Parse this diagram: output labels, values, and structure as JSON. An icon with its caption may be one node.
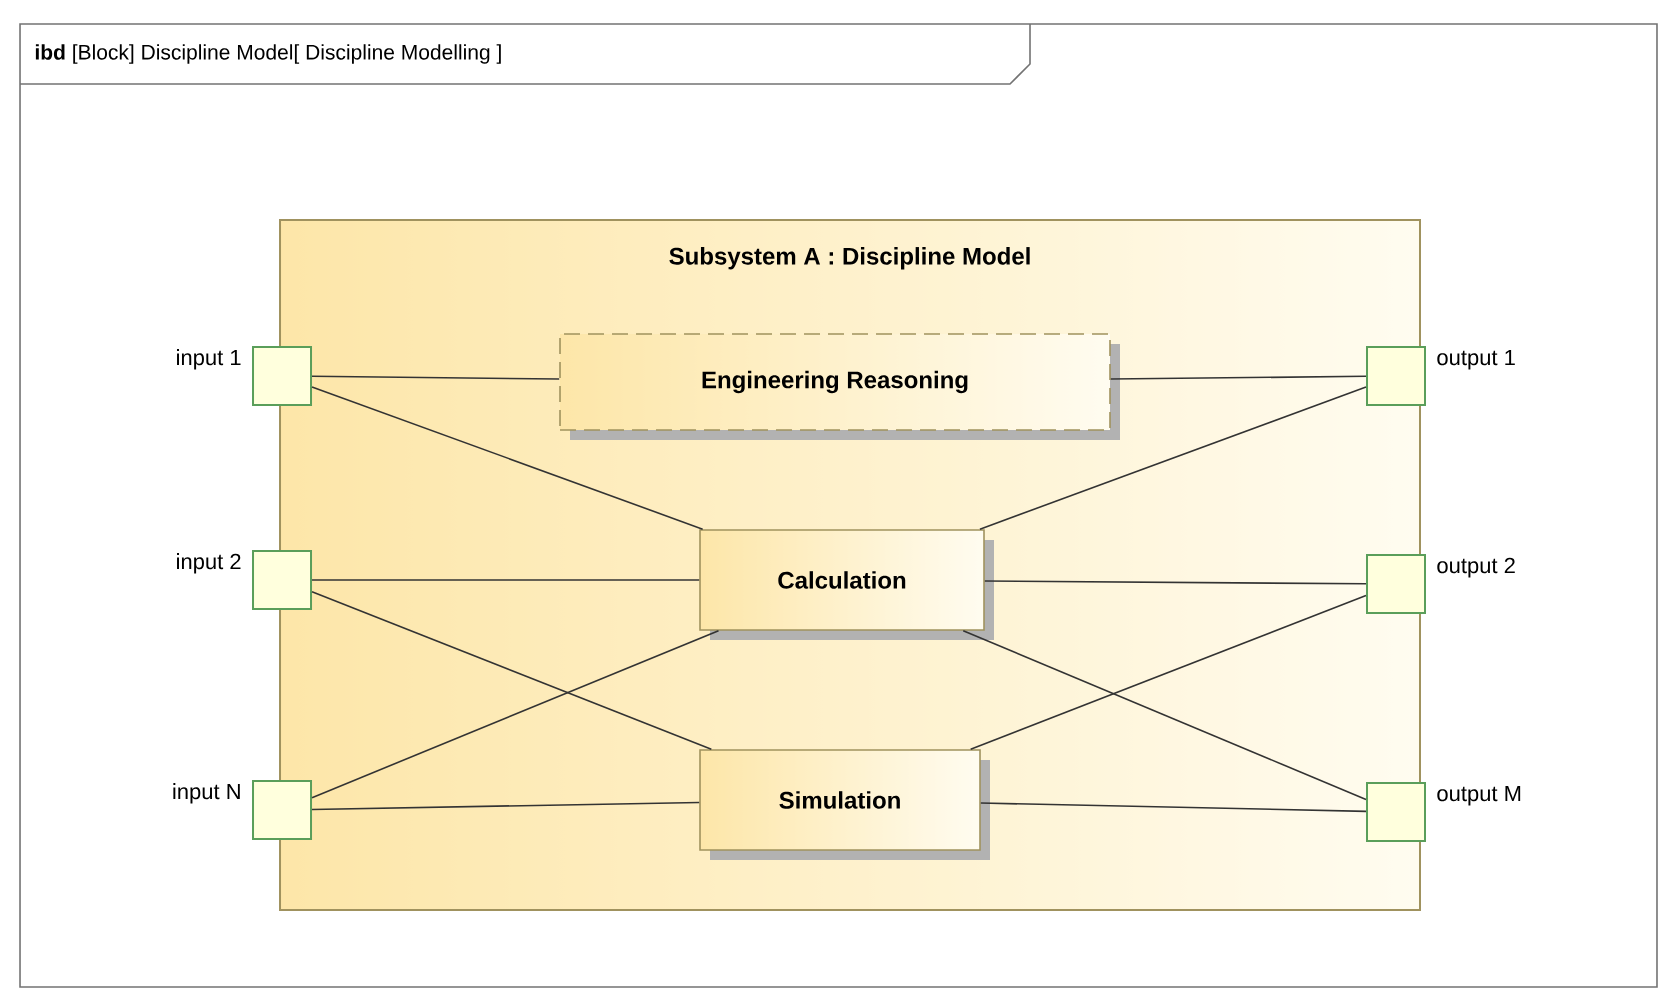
{
  "diagram": {
    "nodes": [
      {
        "text": [
          "**ibd** [Block] Discipline Model[ Discipline Modelling ]"
        ]
      },
      {
        "text": [
          "Subsystem A : Discipline Model"
        ],
        "in": 0
      },
      {
        "text": [
          "Engineering Reasoning"
        ],
        "in": 1
      },
      {
        "text": [
          "Calculation"
        ],
        "in": 1
      },
      {
        "text": [
          "Simulation"
        ],
        "in": 1
      },
      {
        "text": [],
        "shape": "box",
        "beside": [
          "input 1"
        ],
        "in": 0
      },
      {
        "text": [],
        "shape": "box",
        "beside": [
          "input 2"
        ],
        "in": 0
      },
      {
        "text": [],
        "shape": "box",
        "beside": [
          "input N"
        ],
        "in": 0
      },
      {
        "text": [],
        "shape": "box",
        "beside": [
          "output 1"
        ],
        "in": 0
      },
      {
        "text": [],
        "shape": "box",
        "beside": [
          "output 2"
        ],
        "in": 0
      },
      {
        "text": [],
        "shape": "box",
        "beside": [
          "output M"
        ],
        "in": 0
      }
    ],
    "edges": [
      {
        "from": 5,
        "to": 2,
        "arrow": "none"
      },
      {
        "from": 5,
        "to": 3,
        "arrow": "none"
      },
      {
        "from": 6,
        "to": 3,
        "arrow": "none"
      },
      {
        "from": 6,
        "to": 4,
        "arrow": "none"
      },
      {
        "from": 7,
        "to": 3,
        "arrow": "none"
      },
      {
        "from": 7,
        "to": 4,
        "arrow": "none"
      },
      {
        "from": 2,
        "to": 8,
        "arrow": "none"
      },
      {
        "from": 3,
        "to": 8,
        "arrow": "none"
      },
      {
        "from": 3,
        "to": 9,
        "arrow": "none"
      },
      {
        "from": 3,
        "to": 10,
        "arrow": "none"
      },
      {
        "from": 4,
        "to": 9,
        "arrow": "none"
      },
      {
        "from": 4,
        "to": 10,
        "arrow": "none"
      }
    ]
  }
}
